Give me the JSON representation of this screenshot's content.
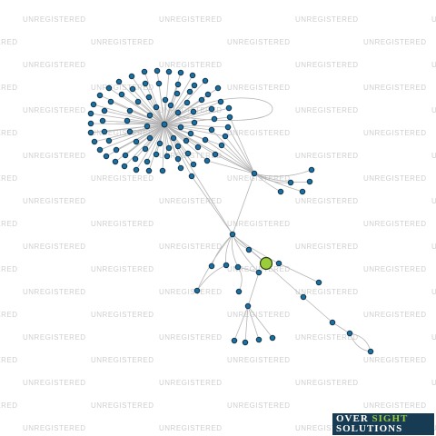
{
  "watermark": {
    "text": "UNREGISTERED"
  },
  "logo": {
    "line1_part1": "OVER",
    "line1_part2": "SIGHT",
    "line2": "SOLUTIONS"
  },
  "colors": {
    "node": "#1b6ea0",
    "focus_node": "#9acd3c",
    "edge": "#b4b4b4",
    "logo_bg": "#173b52"
  },
  "graph": {
    "node_count": 105,
    "focus_nodes": 1
  }
}
